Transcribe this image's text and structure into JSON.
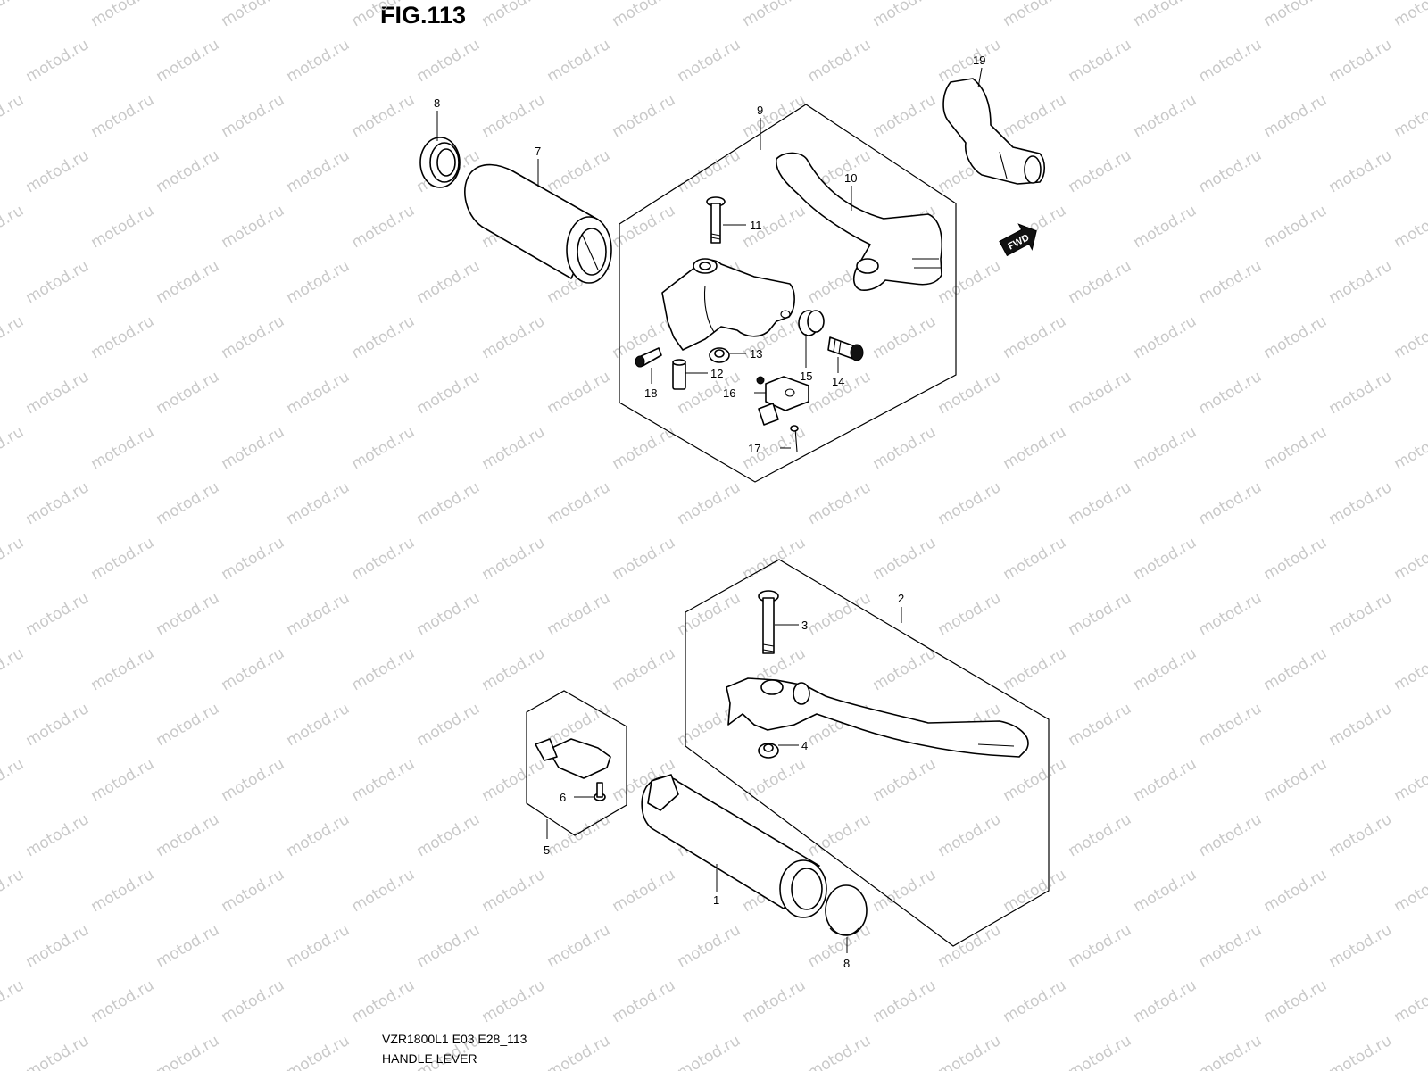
{
  "figure": {
    "title": "FIG.113",
    "model_code": "VZR1800L1 E03 E28_113",
    "caption": "HANDLE LEVER",
    "watermark": "motod.ru",
    "fwd_label": "FWD"
  },
  "callouts": {
    "c1": "1",
    "c2": "2",
    "c3": "3",
    "c4": "4",
    "c5": "5",
    "c6": "6",
    "c7": "7",
    "c8a": "8",
    "c8b": "8",
    "c9": "9",
    "c10": "10",
    "c11": "11",
    "c12": "12",
    "c13": "13",
    "c14": "14",
    "c15": "15",
    "c16": "16",
    "c17": "17",
    "c18": "18",
    "c19": "19"
  }
}
